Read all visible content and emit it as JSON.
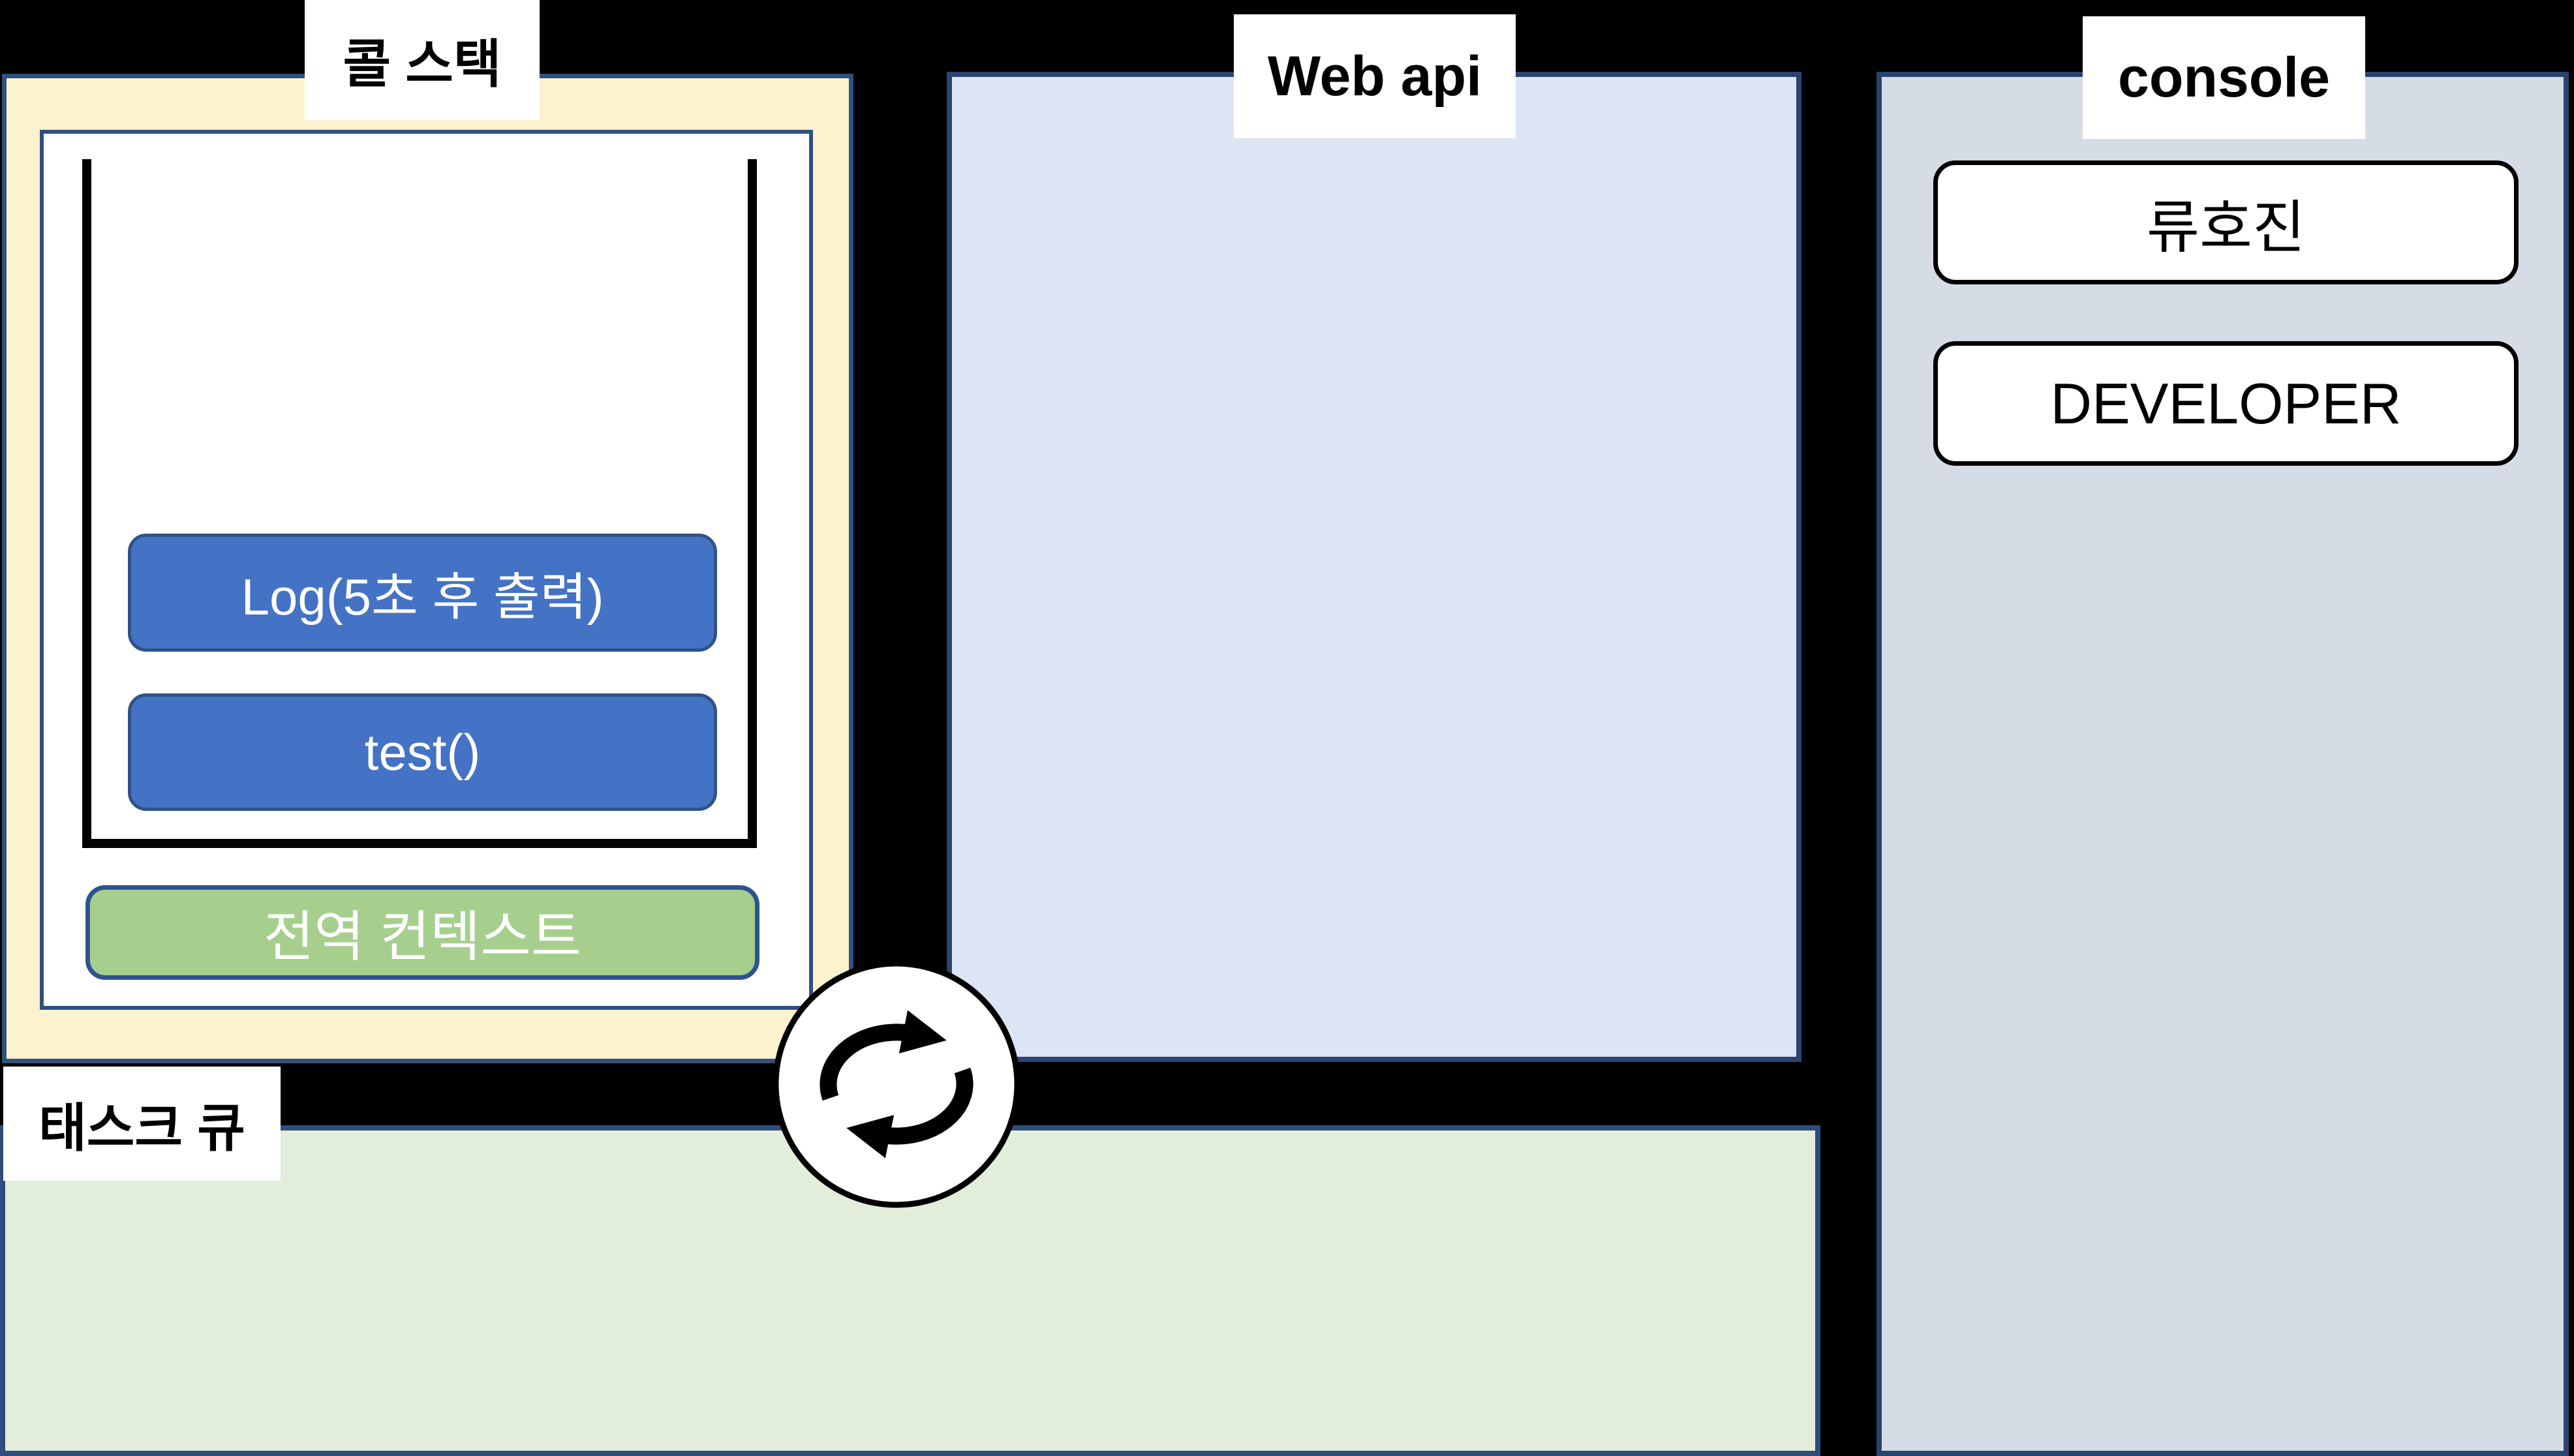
{
  "colors": {
    "background": "#000000",
    "call_stack_fill": "#FDF2CE",
    "call_stack_border": "#31507F",
    "web_api_fill": "#DBE5F3",
    "console_fill": "#D5DCE5",
    "task_queue_fill": "#E2EDDA",
    "task_queue_border": "#2F4C7C",
    "dark_panel_border": "#2A4470",
    "button_blue_fill": "#4472C4",
    "button_blue_border": "#2F5288",
    "button_green_fill": "#A6CF8E",
    "button_green_border": "#2F5291",
    "button_text": "#FFFFFF",
    "label_bg": "#FFFFFF",
    "label_text": "#000000",
    "icon_color": "#000000"
  },
  "labels": {
    "call_stack": "콜 스택",
    "web_api": "Web api",
    "console": "console",
    "task_queue": "태스크 큐"
  },
  "call_stack": {
    "frames": [
      "Log(5초 후 출력)",
      "test()"
    ],
    "context": "전역 컨텍스트"
  },
  "console": {
    "entries": [
      "류호진",
      "DEVELOPER"
    ]
  },
  "icons": {
    "event_loop": "cycle-arrows-icon"
  }
}
